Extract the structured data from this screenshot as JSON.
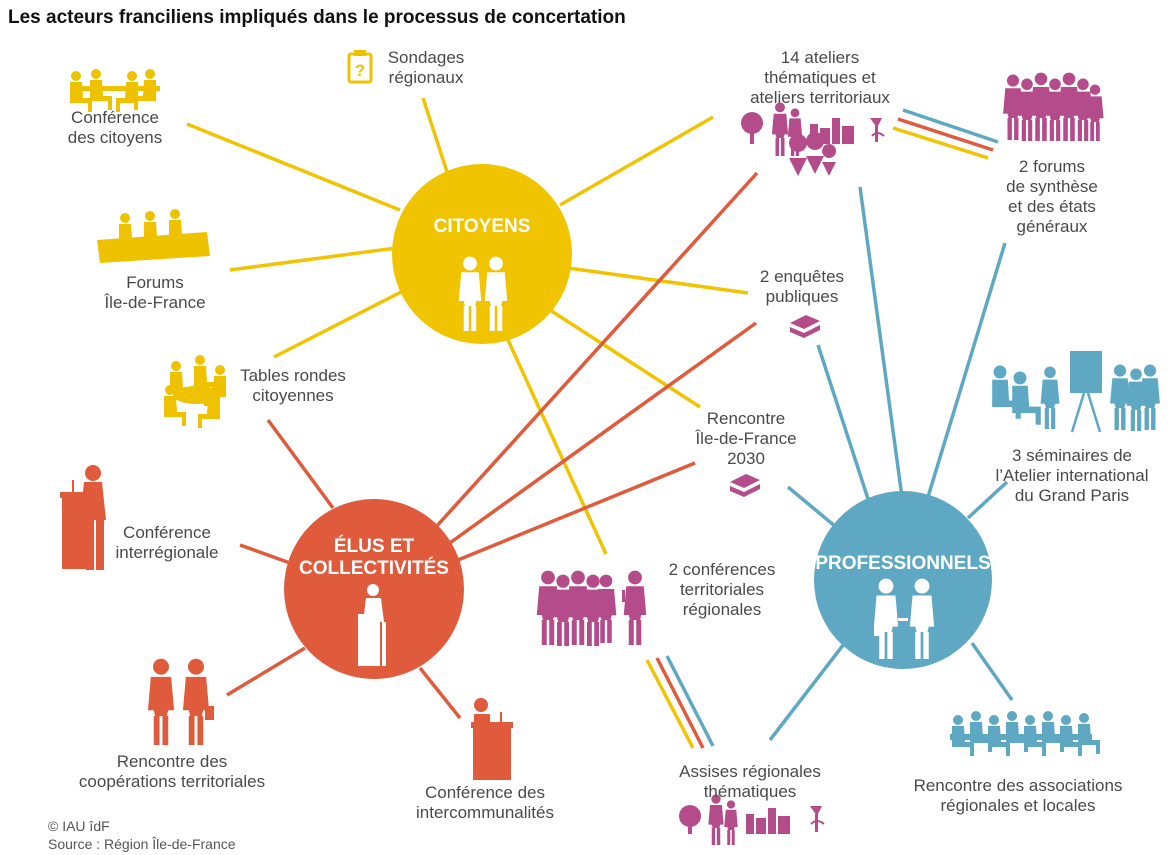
{
  "title": "Les acteurs franciliens impliqués dans le processus de concertation",
  "colors": {
    "citoyens": "#f0c400",
    "elus": "#e05a3c",
    "pros": "#5fa8c4",
    "actor": "#b44c8c",
    "citizenIcon": "#eec200"
  },
  "hubs": {
    "citoyens": "CITOYENS",
    "elus": "ÉLUS ET\nCOLLECTIVITÉS",
    "pros": "PROFESSIONNELS"
  },
  "nodes": {
    "conference_citoyens": "Conférence\ndes citoyens",
    "sondages": "Sondages\nrégionaux",
    "forums_idf": "Forums\nÎle-de-France",
    "tables_rondes": "Tables rondes\ncitoyennes",
    "ateliers": "14 ateliers\nthématiques et\nateliers territoriaux",
    "forums_synthese": "2 forums\nde synthèse\net des états\ngénéraux",
    "enquetes": "2 enquêtes\npubliques",
    "rencontre_2030": "Rencontre\nÎle-de-France\n2030",
    "seminaires": "3 séminaires de\nl’Atelier international\ndu Grand Paris",
    "conf_interregionale": "Conférence\ninterrégionale",
    "conf_territoriales": "2 conférences\nterritoriales\nrégionales",
    "cooperations": "Rencontre des\ncoopérations territoriales",
    "intercommunalites": "Conférence des\nintercommunalités",
    "assises": "Assises régionales\nthématiques",
    "associations": "Rencontre des associations\nrégionales et locales"
  },
  "credit": {
    "line1": "© IAU îdF",
    "line2": "Source : Région Île-de-France"
  }
}
